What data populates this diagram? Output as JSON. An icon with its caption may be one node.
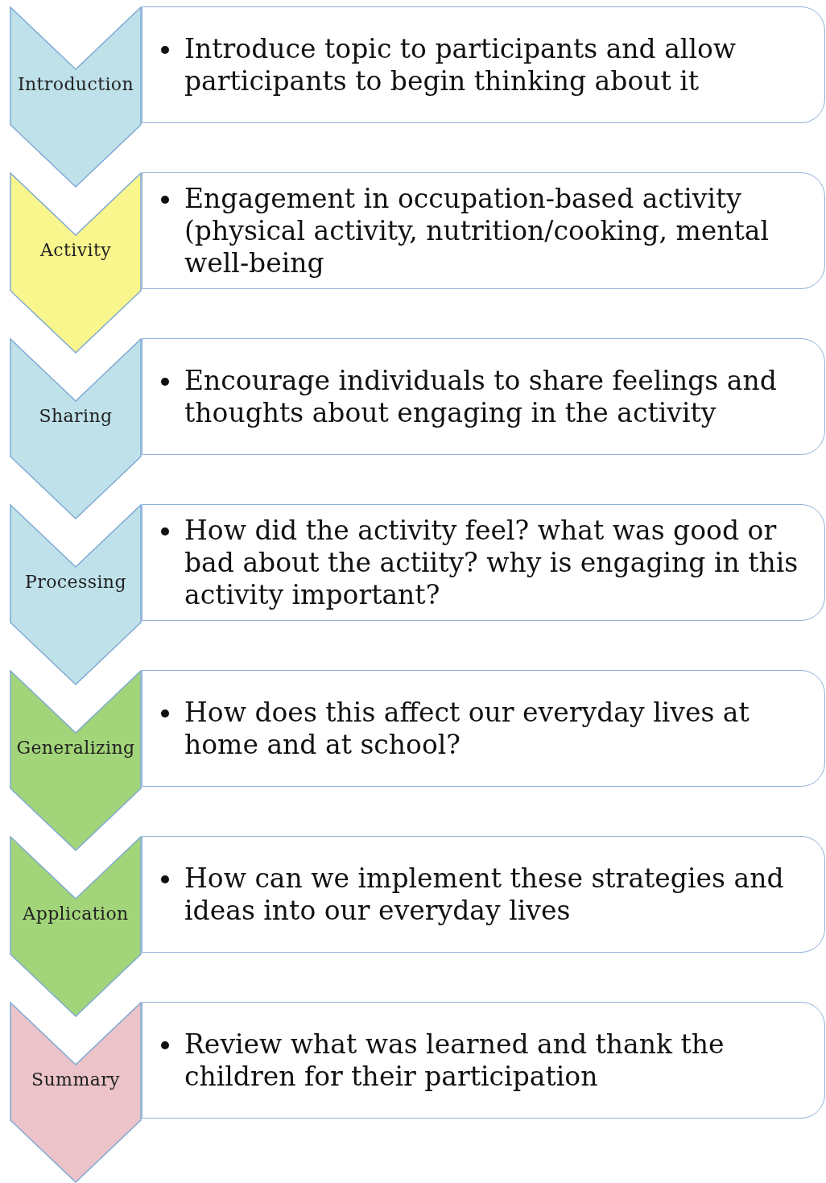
{
  "diagram": {
    "nodes": [
      {
        "text": [
          "Introduction"
        ]
      },
      {
        "text": [
          "Introduce topic to participants and allow participants to begin thinking about it"
        ]
      },
      {
        "text": [
          "Activity"
        ]
      },
      {
        "text": [
          "Engagement in occupation-based activity (physical activity, nutrition/cooking, mental well-being"
        ]
      },
      {
        "text": [
          "Sharing"
        ]
      },
      {
        "text": [
          "Encourage individuals to share feelings and thoughts about engaging in the activity"
        ]
      },
      {
        "text": [
          "Processing"
        ]
      },
      {
        "text": [
          "How did the activity feel? what was good or bad about the actiity? why is engaging in this activity important?"
        ]
      },
      {
        "text": [
          "Generalizing"
        ]
      },
      {
        "text": [
          "How does this affect our everyday lives at home and at school?"
        ]
      },
      {
        "text": [
          "Application"
        ]
      },
      {
        "text": [
          "How can we implement these strategies and ideas into our everyday lives"
        ]
      },
      {
        "text": [
          "Summary"
        ]
      },
      {
        "text": [
          "Review what was learned and thank the children for their participation"
        ]
      }
    ]
  }
}
